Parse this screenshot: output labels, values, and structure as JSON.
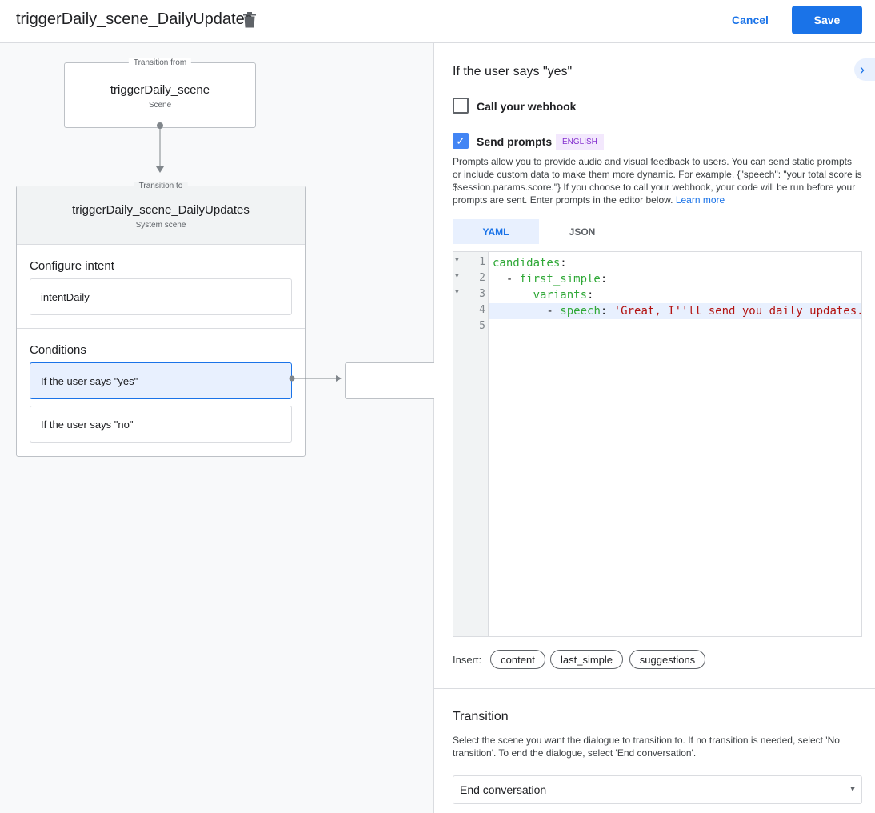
{
  "header": {
    "title": "triggerDaily_scene_DailyUpdates",
    "cancel": "Cancel",
    "save": "Save"
  },
  "canvas": {
    "from": {
      "legend": "Transition from",
      "name": "triggerDaily_scene",
      "type": "Scene"
    },
    "to": {
      "legend": "Transition to",
      "name": "triggerDaily_scene_DailyUpdates",
      "type": "System scene"
    },
    "configure_intent": {
      "label": "Configure intent",
      "intent": "intentDaily"
    },
    "conditions": {
      "label": "Conditions",
      "items": [
        "If the user says \"yes\"",
        "If the user says \"no\""
      ]
    }
  },
  "panel": {
    "title": "If the user says \"yes\"",
    "webhook": {
      "label": "Call your webhook",
      "checked": false
    },
    "prompts": {
      "label": "Send prompts",
      "checked": true,
      "badge": "ENGLISH",
      "description": "Prompts allow you to provide audio and visual feedback to users. You can send static prompts or include custom data to make them more dynamic. For example, {\"speech\": \"your total score is $session.params.score.\"} If you choose to call your webhook, your code will be run before your prompts are sent. Enter prompts in the editor below.",
      "learn_more": "Learn more"
    },
    "tabs": [
      "YAML",
      "JSON"
    ],
    "active_tab": "YAML",
    "editor": {
      "line_numbers": [
        "1",
        "2",
        "3",
        "4",
        "5"
      ],
      "lines": [
        {
          "indent": "",
          "key": "candidates",
          "sep": ":",
          "val": ""
        },
        {
          "indent": "  - ",
          "key": "first_simple",
          "sep": ":",
          "val": ""
        },
        {
          "indent": "      ",
          "key": "variants",
          "sep": ":",
          "val": ""
        },
        {
          "indent": "        - ",
          "key": "speech",
          "sep": ": ",
          "val": "'Great, I''ll send you daily updates."
        },
        {
          "indent": "",
          "key": "",
          "sep": "",
          "val": ""
        }
      ]
    },
    "insert": {
      "label": "Insert:",
      "chips": [
        "content",
        "last_simple",
        "suggestions"
      ]
    },
    "transition": {
      "title": "Transition",
      "description": "Select the scene you want the dialogue to transition to. If no transition is needed, select 'No transition'. To end the dialogue, select 'End conversation'.",
      "selected": "End conversation"
    }
  },
  "colors": {
    "accent": "#1a73e8",
    "selected_bg": "#e8f0fe",
    "badge_bg": "#f3e8fd",
    "badge_text": "#8430ce"
  }
}
